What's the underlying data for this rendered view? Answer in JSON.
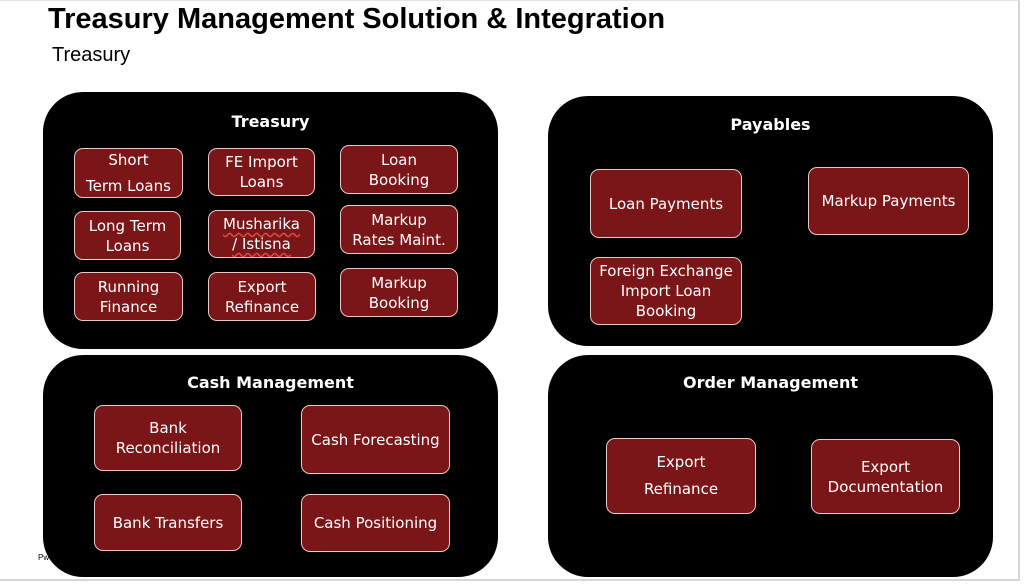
{
  "header": {
    "title": "Treasury Management Solution & Integration",
    "subtitle": "Treasury",
    "footer": "Pw"
  },
  "treasury": {
    "title": "Treasury",
    "items": {
      "short_term_loans": "Short\nTerm Loans",
      "fe_import_loans": "FE Import\nLoans",
      "loan_booking": "Loan\nBooking",
      "long_term_loans": "Long Term\nLoans",
      "musharika_istisna": "Musharika\n/ Istisna",
      "markup_rates_maint": "Markup\nRates Maint.",
      "running_finance": "Running\nFinance",
      "export_refinance": "Export\nRefinance",
      "markup_booking": "Markup\nBooking"
    }
  },
  "payables": {
    "title": "Payables",
    "items": {
      "loan_payments": "Loan Payments",
      "markup_payments": "Markup Payments",
      "fe_import_loan_booking": "Foreign Exchange\nImport Loan\nBooking"
    }
  },
  "cash_management": {
    "title": "Cash Management",
    "items": {
      "bank_reconciliation": "Bank\nReconciliation",
      "cash_forecasting": "Cash Forecasting",
      "bank_transfers": "Bank Transfers",
      "cash_positioning": "Cash Positioning"
    }
  },
  "order_management": {
    "title": "Order Management",
    "items": {
      "export_refinance": "Export\nRefinance",
      "export_documentation": "Export\nDocumentation"
    }
  },
  "colors": {
    "panel": "#000000",
    "box": "#7a1518",
    "box_border": "#e6c9c9",
    "text": "#ffffff"
  }
}
